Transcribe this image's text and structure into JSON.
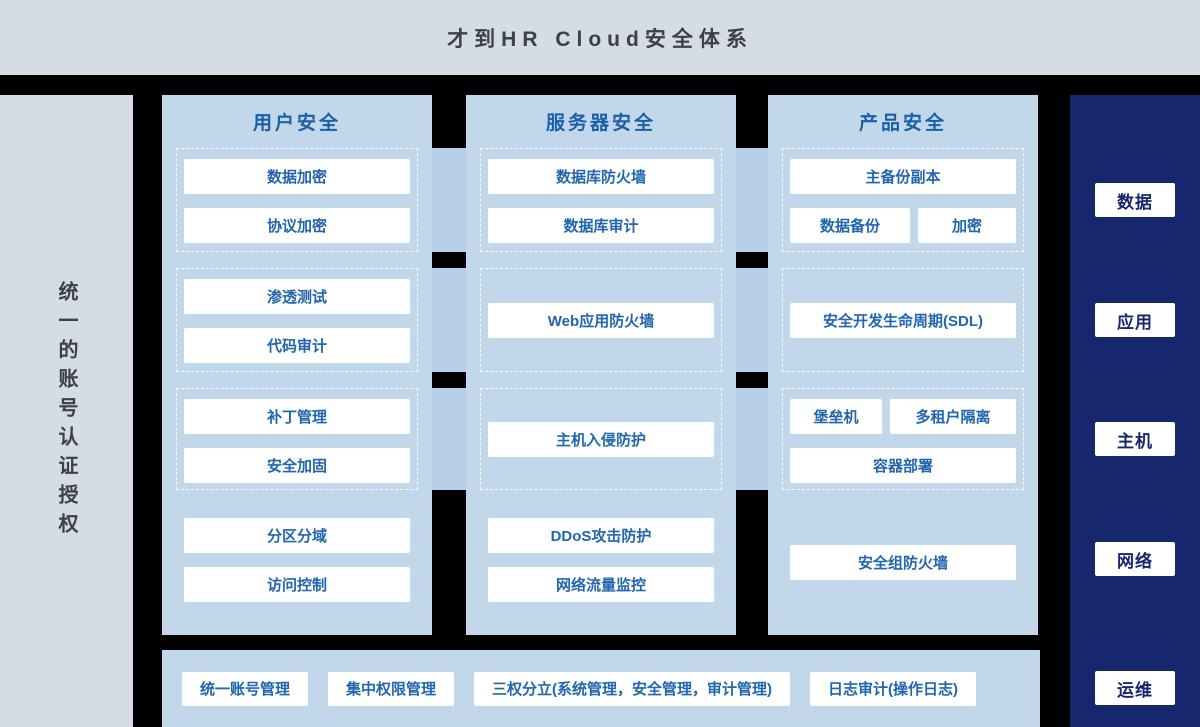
{
  "header": {
    "title": "才到HR Cloud安全体系"
  },
  "left_rail": {
    "label": "统一的账号认证授权"
  },
  "columns": [
    {
      "title": "用户安全",
      "sections": [
        {
          "items": [
            "数据加密",
            "协议加密"
          ]
        },
        {
          "items": [
            "渗透测试",
            "代码审计"
          ]
        },
        {
          "items": [
            "补丁管理",
            "安全加固"
          ]
        },
        {
          "items": [
            "分区分域",
            "访问控制"
          ]
        }
      ]
    },
    {
      "title": "服务器安全",
      "sections": [
        {
          "items": [
            "数据库防火墙",
            "数据库审计"
          ]
        },
        {
          "items": [
            "Web应用防火墙"
          ]
        },
        {
          "items": [
            "主机入侵防护"
          ]
        },
        {
          "items": [
            "DDoS攻击防护",
            "网络流量监控"
          ]
        }
      ]
    },
    {
      "title": "产品安全",
      "sections": [
        {
          "items": [
            "主备份副本",
            "数据备份",
            "加密"
          ]
        },
        {
          "items": [
            "安全开发生命周期(SDL)"
          ]
        },
        {
          "items": [
            "堡垒机",
            "多租户隔离",
            "容器部署"
          ]
        },
        {
          "items": [
            "安全组防火墙"
          ]
        }
      ]
    }
  ],
  "right_rail": {
    "items": [
      "数据",
      "应用",
      "主机",
      "网络",
      "运维"
    ]
  },
  "bottom_bar": {
    "items": [
      "统一账号管理",
      "集中权限管理",
      "三权分立(系统管理，安全管理，审计管理)",
      "日志审计(操作日志)"
    ]
  },
  "colors": {
    "page_bg": "#000000",
    "rail_bg": "#d6dce4",
    "panel_bg": "#c3d7ea",
    "connector_bg": "#b6cfe6",
    "card_bg": "#ffffff",
    "card_text": "#2166ae",
    "column_title_text": "#1a5fa8",
    "navy_bg": "#16276e",
    "header_text": "#3d4046"
  }
}
